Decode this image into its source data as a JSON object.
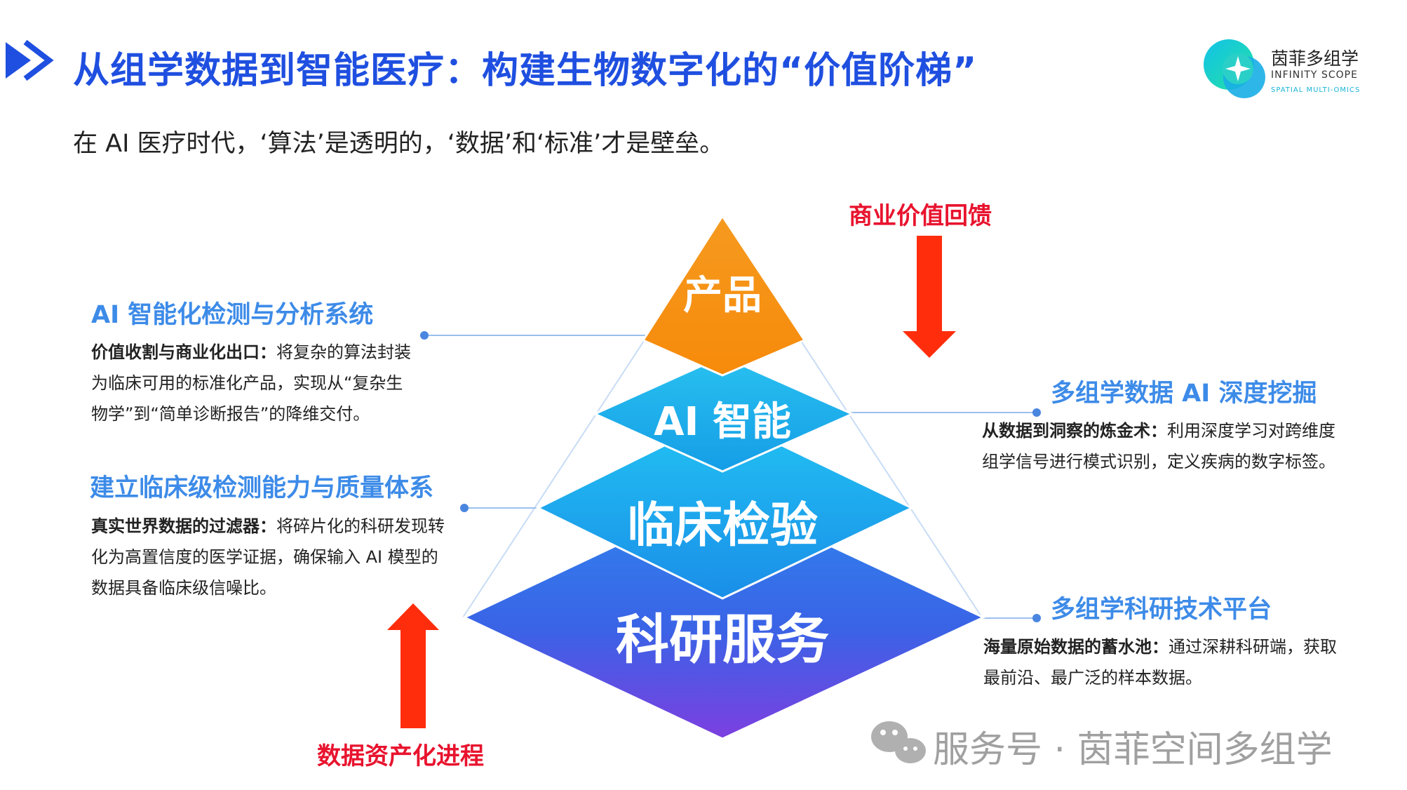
{
  "title": "从组学数据到智能医疗：构建生物数字化的“价值阶梯”",
  "subtitle": "在 AI 医疗时代，‘算法’是透明的，‘数据’和‘标准’才是壁垒。",
  "logo": {
    "name": "茵菲多组学",
    "en": "INFINITY SCOPE",
    "sub": "SPATIAL MULTI-OMICS",
    "icon": "infinity-scope-logo-icon"
  },
  "pyramid": {
    "tiers": [
      {
        "label": "产品",
        "color": "#f7920f"
      },
      {
        "label": "AI 智能",
        "color": "#1fa7ea"
      },
      {
        "label": "临床检验",
        "color": "#1aa8ee"
      },
      {
        "label": "科研服务",
        "color": "#3a6ee8"
      }
    ]
  },
  "left": [
    {
      "title": "AI 智能化检测与分析系统",
      "bold": "价值收割与商业化出口：",
      "lines": [
        "将复杂的算法封装",
        "为临床可用的标准化产品，实现从“复杂生",
        "物学”到“简单诊断报告”的降维交付。"
      ]
    },
    {
      "title": "建立临床级检测能力与质量体系",
      "bold": "真实世界数据的过滤器：",
      "lines": [
        "将碎片化的科研发现转",
        "化为高置信度的医学证据，确保输入 AI 模型的",
        "数据具备临床级信噪比。"
      ]
    }
  ],
  "right": [
    {
      "title": "多组学数据 AI 深度挖掘",
      "bold": "从数据到洞察的炼金术：",
      "lines": [
        "利用深度学习对跨维度",
        "组学信号进行模式识别，定义疾病的数字标签。"
      ]
    },
    {
      "title": "多组学科研技术平台",
      "bold": "海量原始数据的蓄水池：",
      "lines": [
        "通过深耕科研端，获取",
        "最前沿、最广泛的样本数据。"
      ]
    }
  ],
  "arrows": {
    "down_label": "商业价值回馈",
    "up_label": "数据资产化进程",
    "color": "#ff2d0c"
  },
  "watermark": {
    "text": "服务号 · 茵菲空间多组学",
    "icon": "wechat-icon"
  }
}
